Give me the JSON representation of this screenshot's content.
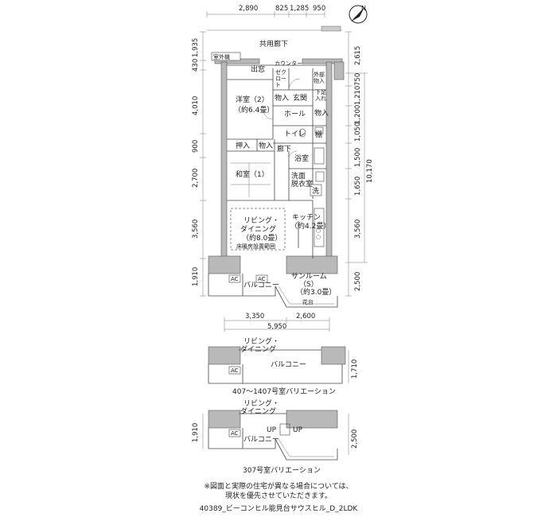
{
  "top_dims": [
    "2,890",
    "825",
    "1,285",
    "950"
  ],
  "left_dims": [
    "1,935",
    "430",
    "4,010",
    "900",
    "2,700",
    "3,560",
    "1,910"
  ],
  "right_dims": [
    "2,615",
    "750",
    "1,210",
    "1,200",
    "1,050",
    "1,500",
    "1,650",
    "10,170",
    "3,560",
    "2,500"
  ],
  "bottom_dims": [
    "3,350",
    "2,600",
    "5,950"
  ],
  "corridor": "共用廊下",
  "rooms": {
    "outdoor_unit": "室外機",
    "counter": "カウンター",
    "entry_porch": "出窓",
    "closet_zeku": "ゼク\nロー\nト",
    "storage_outer": "外部\n物入",
    "entrance": "玄関",
    "storage1": "物入",
    "shoe_box": "下足\n入れ",
    "western_room": "洋室（2）",
    "western_size": "（約6.4畳）",
    "hall": "ホール",
    "storage2": "物入",
    "toilet": "トイレ",
    "shelf": "棚",
    "oshiire": "押入",
    "storage3": "物入",
    "corridor_room": "廊下",
    "bath": "浴室",
    "japanese_room": "和室（1）",
    "washroom": "洗面\n脱衣室",
    "washer": "洗",
    "living": "リビング・",
    "dining": "ダイニング",
    "living_size": "（約8.0畳）",
    "floor_heating": "床暖房設置範囲",
    "kitchen": "キッチン",
    "kitchen_size": "（約4.2畳）",
    "balcony": "バルコニー",
    "sunroom": "サンルーム",
    "sunroom_s": "（S）",
    "sunroom_size": "（約3.0畳）",
    "planter": "花台",
    "ac": "AC"
  },
  "variation1": {
    "living": "リビング・",
    "dining": "ダイニング",
    "balcony": "バルコニー",
    "dim": "1,710",
    "caption": "407～1407号室バリエーション"
  },
  "variation2": {
    "living": "リビング・",
    "dining": "ダイニング",
    "up1": "UP",
    "up2": "UP",
    "balcony": "バルコニー",
    "dim_left": "1,910",
    "dim_right": "2,500",
    "caption": "307号室バリエーション"
  },
  "notes": {
    "line1": "※図面と実際の住宅が異なる場合については、",
    "line2": "現状を優先させていただきます。",
    "footer": "40389_ビーコンヒル能見台サウスヒル_D_2LDK"
  },
  "compass_icon": "north-arrow-icon"
}
